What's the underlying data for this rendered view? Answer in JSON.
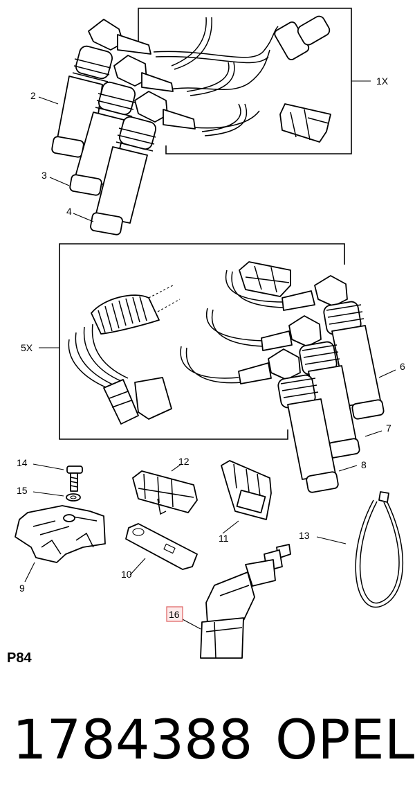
{
  "callouts": {
    "c1x": "1X",
    "c2": "2",
    "c3": "3",
    "c4": "4",
    "c5x": "5X",
    "c6": "6",
    "c7": "7",
    "c8": "8",
    "c9": "9",
    "c10": "10",
    "c11": "11",
    "c12": "12",
    "c13": "13",
    "c14": "14",
    "c15": "15",
    "c16": "16"
  },
  "highlighted_callout": "16",
  "diagram_code": "P84",
  "part_number": "1784388",
  "brand": "OPEL",
  "colors": {
    "highlight_fill": "#fdeaea",
    "highlight_stroke": "#e06a6a",
    "ink": "#000000"
  }
}
